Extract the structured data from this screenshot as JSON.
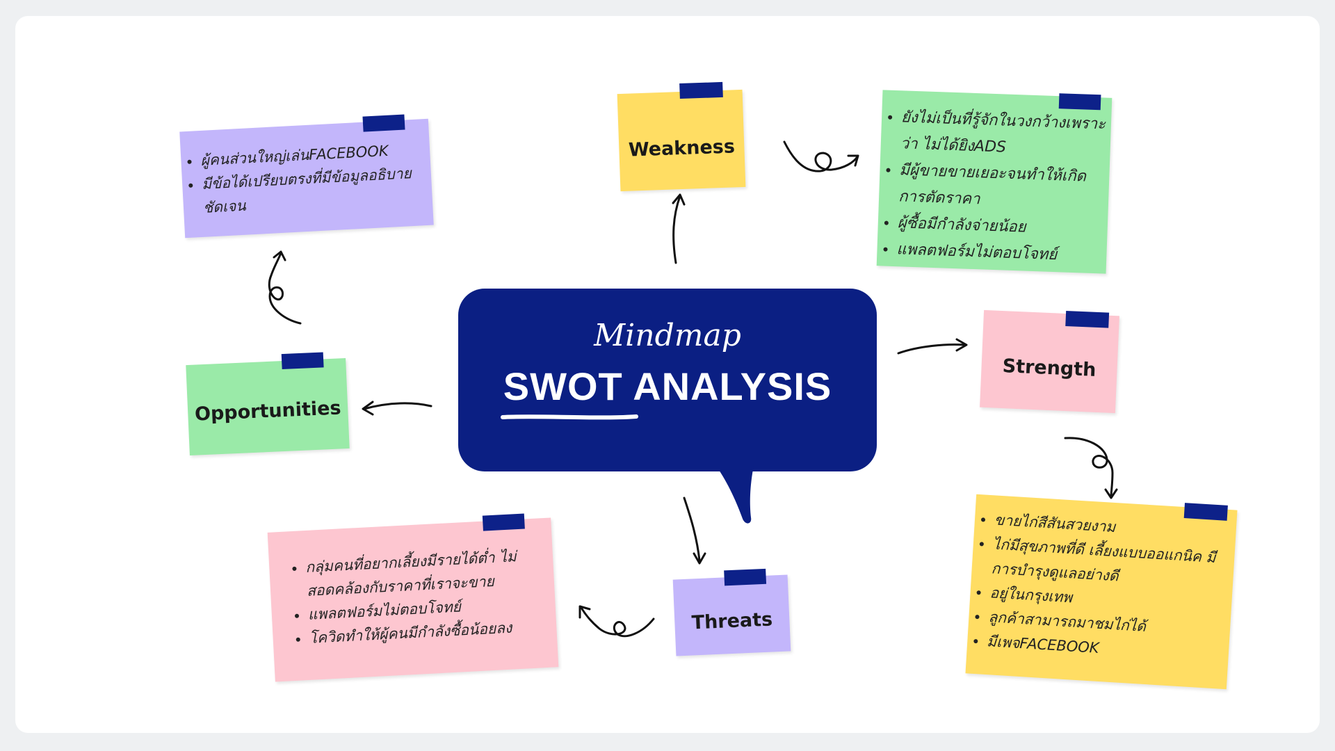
{
  "center": {
    "script_label": "Mindmap",
    "title": "SWOT ANALYSIS",
    "color": "#0b1f83"
  },
  "categories": {
    "weakness": {
      "label": "Weakness",
      "color": "#ffdd63"
    },
    "strength": {
      "label": "Strength",
      "color": "#fdc6d0"
    },
    "opportunities": {
      "label": "Opportunities",
      "color": "#9aeaa8"
    },
    "threats": {
      "label": "Threats",
      "color": "#c3b6fb"
    }
  },
  "details": {
    "weakness": {
      "color": "#9aeaa8",
      "items": [
        "ยังไม่เป็นที่รู้จักในวงกว้างเพราะว่า ไม่ได้ยิงADS",
        "มีผู้ขายขายเยอะจนทำให้เกิดการตัดราคา",
        "ผู้ซื้อมีกำลังจ่ายน้อย",
        "แพลตฟอร์มไม่ตอบโจทย์"
      ]
    },
    "strength": {
      "color": "#ffdd63",
      "items": [
        "ขายไก่สีสันสวยงาม",
        "ไก่มีสุขภาพที่ดี เลี้ยงแบบออแกนิค มีการบำรุงดูแลอย่างดี",
        "อยู่ในกรุงเทพ",
        "ลูกค้าสามารถมาชมไก่ได้",
        "มีเพจFACEBOOK"
      ]
    },
    "opportunities": {
      "color": "#c3b6fb",
      "items": [
        "ผู้คนส่วนใหญ่เล่นFACEBOOK",
        "มีข้อได้เปรียบตรงที่มีข้อมูลอธิบายชัดเจน"
      ]
    },
    "threats": {
      "color": "#fdc6d0",
      "items": [
        "กลุ่มคนที่อยากเลี้ยงมีรายได้ต่ำ ไม่สอดคล้องกับราคาที่เราจะขาย",
        "แพลตฟอร์มไม่ตอบโจทย์",
        "โควิดทำให้ผู้คนมีกำลังซื้อน้อยลง"
      ]
    },
    "tape_color": "#0d2189"
  }
}
